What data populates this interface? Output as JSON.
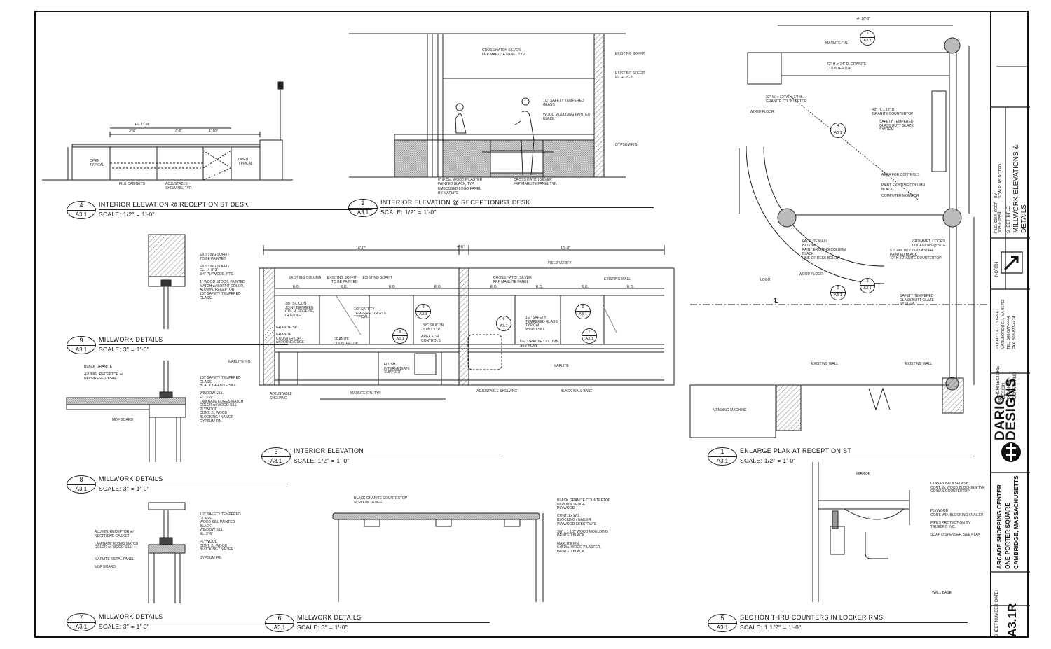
{
  "drawing_titles": [
    {
      "key": "d4",
      "num": "4",
      "sheet": "A3.1",
      "name": "INTERIOR ELEVATION @ RECEPTIONIST DESK",
      "scale": "SCALE:  1/2\" = 1'-0\""
    },
    {
      "key": "d2",
      "num": "2",
      "sheet": "A3.1",
      "name": "INTERIOR ELEVATION @ RECEPTIONIST DESK",
      "scale": "SCALE:  1/2\" = 1'-0\""
    },
    {
      "key": "d9",
      "num": "9",
      "sheet": "A3.1",
      "name": "MILLWORK DETAILS",
      "scale": "SCALE:  3\" = 1'-0\""
    },
    {
      "key": "d8",
      "num": "8",
      "sheet": "A3.1",
      "name": "MILLWORK DETAILS",
      "scale": "SCALE:  3\" = 1'-0\""
    },
    {
      "key": "d7",
      "num": "7",
      "sheet": "A3.1",
      "name": "MILLWORK DETAILS",
      "scale": "SCALE:  3\" = 1'-0\""
    },
    {
      "key": "d3",
      "num": "3",
      "sheet": "A3.1",
      "name": "INTERIOR ELEVATION",
      "scale": "SCALE:  1/2\" = 1'-0\""
    },
    {
      "key": "d6",
      "num": "6",
      "sheet": "A3.1",
      "name": "MILLWORK DETAILS",
      "scale": "SCALE:  3\" = 1'-0\""
    },
    {
      "key": "d1",
      "num": "1",
      "sheet": "A3.1",
      "name": "ENLARGE PLAN AT RECEPTIONIST",
      "scale": "SCALE:  1/2\" = 1'-0\""
    },
    {
      "key": "d5",
      "num": "5",
      "sheet": "A3.1",
      "name": "SECTION THRU COUNTERS IN LOCKER RMS.",
      "scale": "SCALE:  1 1/2\" = 1'-0\""
    }
  ],
  "title_block": {
    "sheet_number_label": "SHEET NUMBER:",
    "sheet_number": "A3.1R",
    "date_label": "DATE:",
    "project_lines": [
      "ARCADE SHOPPING CENTER",
      "ONE PORTER SQUARE",
      "CAMBRIDGE, MASSACHUSETTS"
    ],
    "firm_name_1": "DARIO",
    "firm_name_2": "DESIGNS",
    "firm_suffix": "INC.",
    "firm_services": [
      "ARCHITECTURE",
      "DESIGN",
      "PLANNING",
      "CONSULTING"
    ],
    "firm_address": [
      "29 BARTLETT STREET",
      "MARLBOROUGH, MA 01752",
      "TEL. 508-877-4444",
      "FAX. 508-877-4474"
    ],
    "north_label": "NORTH",
    "sheet_title_label": "SHEET TITLE:",
    "sheet_title": [
      "MILLWORK ELEVATIONS &",
      "DETAILS"
    ],
    "file_label": "FILE: 0354_RCEP",
    "job_label": "JOB #: 0354",
    "by_label": "BY:",
    "scale_label": "SCALE: AS NOTED"
  },
  "notes": {
    "d4_width": "+/- 13'-8\"",
    "d4_dims": [
      "3'-8\"",
      "3'-8\"",
      "1'-10\""
    ],
    "d4_file_cab": "FILE CABINETS",
    "d4_adj": "ADJUSTABLE\nSHELVING, TYP.",
    "d4_open": "OPEN\nTYPICAL",
    "d2_cross": "CROSS HATCH SILVER\nFRP MARLITE PANEL TYP.",
    "d2_soffit": "EXISTING SOFFIT",
    "d2_soffit_el": "EXISTING SOFFIT\nEL. +/- 8'-3\"",
    "d2_glass": "1/2\" SAFETY TEMPERED\nGLASS",
    "d2_wood": "WOOD MOULDING PAINTED\nBLACK",
    "d2_gyp": "GYPSUM FIN.",
    "d2_pilaster": "6\" Ø Dia. WOOD PILASTER\nPAINTED BLACK, TYP.",
    "d2_logo": "EMBOSSED LOGO PANEL\nBY MARLITE",
    "d2_cross2": "CROSS HATCH SILVER\nFRP MARLITE PANEL TYP.",
    "d9_notes": "EXISTING SOFFIT\nTO BE PAINTED\n\nEXISTING SOFFIT\nEL. +/- 8'-3\"\n3/4\" PLYWOOD, PTD.\n\n1\" WOOD STOCK, PAINTED\nMATCH w/ SOFFIT COLOR.\nALUMIN. RECEPTOR\n1/2\" SAFETY TEMPERED\nGLASS",
    "d8_left": "BLACK GRANITE\n\nALUMIN. RECEPTOR w/\nNEOPRENE GASKET",
    "d8_right": "1/2\" SAFETY TEMPERED\nGLASS\nBLACK GRANITE SILL\n\nWINDOW SILL\nEL. 3'-6\"\nLAMINATE EDGES MATCH\nCOLOR w/ WOOD SILL\nPLYWOOD\nCONT. 2x WOOD\nBLOCKING / NAILER\nGYPSUM FIN.",
    "d8_mdf": "MDF BOARD",
    "d7_left": "ALUMIN. RECEPTOR w/\nNEOPRENE GASKET\n\nLAMINATE EDGES MATCH\nCOLOR w/ WOOD SILL\n\n\nMARLITE METAL PANEL\n\nMDF BOARD",
    "d7_right": "1/2\" SAFETY TEMPERED\nGLASS\nWOOD SILL PAINTED\nBLACK\nWINDOW SILL\nEL. 3'-6\"\n\nPLYWOOD\nCONT. 2x WOOD\nBLOCKING / NAILER\n\nGYPSUM FIN.",
    "d3_dims": [
      "16'-0\"",
      "+/-8\"",
      "16'-0\""
    ],
    "d3_top": "EXISTING COLUMN      EXISTING SOFFIT      EXISTING SOFFIT\n                                            TO BE PAINTED",
    "d3_cross": "CROSS HATCH SILVER\nFRP MARLITE PANEL",
    "d3_field": "FIELD VERIFY",
    "d3_wall": "EXISTING WALL",
    "d3_silicon": "3/8\" SILICON\nJOINT BETWEEN\nCOL. & EDGE OF\nGLAZING.",
    "d3_glass": "1/2\" SAFETY\nTEMPERED GLASS\nTYPICAL",
    "d3_granite": "GRANITE SILL",
    "d3_counter": "GRANITE\nCOUNTERTOP\nw/ ROUND EDGE",
    "d3_countertop": "GRANITE\nCOUNTERTOP",
    "d3_marlite": "MARLITE FIN.",
    "d3_controls": "AREA FOR\nCONTROLS",
    "d3_silicon2": "3/8\" SILICON\nJOINT TYP.",
    "d3_flush": "FLUSH\nINTERMEDIATE\nSUPPORT",
    "d3_adj": "ADJUSTABLE\nSHELVING",
    "d3_marlite_typ": "MARLITE FIN. TYP.",
    "d3_adj2": "ADJUSTABLE SHELVING",
    "d3_base": "BLACK WALL BASE",
    "d3_marlite2": "MARLITE",
    "d3_col": "DECORATIVE COLUMN,\nSEE PLAN",
    "d3_glass2": "1/2\" SAFETY\nTEMPERED GLASS\nTYPICAL\nWOOD SILL",
    "d3_eq": "E.Q.",
    "d6_top": "BLACK GRANITE COUNTERTOP\nw/ ROUND EDGE",
    "d6_right": "BLACK GRANITE COUNTERTOP\nw/ ROUND EDGE\nPLYWOOD\n\nCONT. 2x WD.\nBLOCKING / NAILER\nPLYWOOD SUBSTRATE\n\n3/8\" x 1 1/2\" WOOD MOULDING\nPAINTED BLACK\n\nMARLITE FIN.\n6 Ø Dia. WOOD PILASTER,\nPAINTED BLACK",
    "d1_width": "+/- 16'-0\"",
    "d1_marlite": "MARLITE FIN.",
    "d1_counter42": "42\" H. x 24\" D. GRANITE\nCOUNTERTOP",
    "d1_granite32": "32\" W. x 32\" W. x 3/4\"th.\nGRANITE COUNTERTOP",
    "d1_floor": "WOOD FLOOR",
    "d1_counter18": "42\" H. x 18\" D.\nGRANITE COUNTERTOP",
    "d1_safety": "SAFETY TEMPERED\nGLASS BUTT GLAZE\nSYSTEM",
    "d1_controls": "AREA FOR CONTROLS",
    "d1_paint": "PAINT EXISTING COLUMN\nBLACK",
    "d1_monitor": "COMPUTER MONITOR",
    "d1_face": "FACE OF WALL\nBELOW",
    "d1_paint2": "PAINT EXISTING COLUMN\nBLACK",
    "d1_line": "LINE OF DESK BELOW",
    "d1_grommet": "GROMMET, COORD.\nLOCATIONS @ SITE",
    "d1_pilaster": "6 Ø Dia. WOOD PILASTER\nPAINTED BLACK\n42\" H. GRANITE COUNTERTOP",
    "d1_logo": "LOGO",
    "d1_floor2": "WOOD FLOOR",
    "d1_safety2": "SAFETY TEMPERED\nGLASS BUTT GLAZE\nSYSTEM",
    "d1_existing_wall": "EXISTING WALL",
    "d1_existing_wall2": "EXISTING WALL",
    "d1_vending": "VENDING MACHINE",
    "d1_cl": "℄",
    "d5_mirror": "MIRROR",
    "d5_right": "CORIAN BACKSPLASH\nCONT. 2x WOOD BLOCKING TYP.\nCORIAN COUNTERTOP\n\n\n\n\nPLYWOOD\nCONT. WD. BLOCKING / NAILER\n\nPIPES PROTECTION BY\nTRUEBRO INC.\n\nSOAP DISPENSER, SEE PLAN",
    "d5_base": "WALL BASE"
  },
  "callouts": [
    {
      "n": "9",
      "s": "A3.1"
    },
    {
      "n": "8",
      "s": "A3.1"
    },
    {
      "n": "6",
      "s": "A3.1"
    },
    {
      "n": "9",
      "s": "A3.1"
    },
    {
      "n": "7",
      "s": "A3.1"
    },
    {
      "n": "3",
      "s": "A3.1"
    },
    {
      "n": "4",
      "s": "A3.1"
    },
    {
      "n": "2",
      "s": "A3.1"
    },
    {
      "n": "3",
      "s": "A3.1"
    }
  ]
}
